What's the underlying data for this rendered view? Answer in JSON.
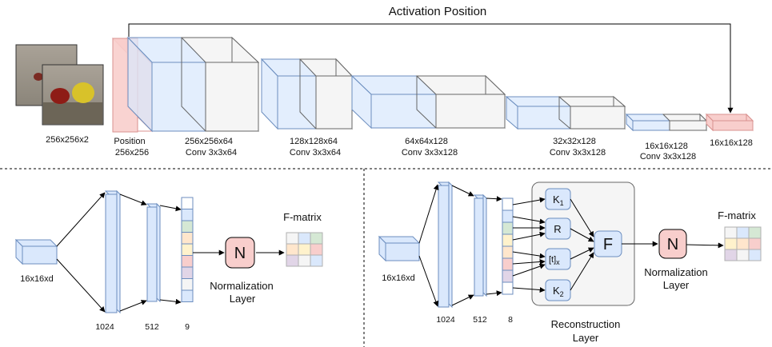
{
  "colors": {
    "blue_fill": "#dae8fc",
    "blue_stroke": "#6c8ebf",
    "gray_fill": "#f5f5f5",
    "gray_stroke": "#666666",
    "pink_fill": "#f8cecc",
    "pink_stroke": "#d9918f",
    "green": "#d5e8d4",
    "yellow": "#fff2cc",
    "orange": "#ffe6cc",
    "purple": "#e1d5e7",
    "red": "#f8cecc",
    "light_blue": "#dae8fc",
    "white": "#ffffff"
  },
  "top": {
    "activation_position_label": "Activation Position",
    "input_label": "256x256x2",
    "position_label_1": "Position",
    "position_label_2": "256x256",
    "blocks": [
      {
        "size": "256x256x64",
        "conv": "Conv 3x3x64"
      },
      {
        "size": "128x128x64",
        "conv": "Conv 3x3x64"
      },
      {
        "size": "64x64x128",
        "conv": "Conv 3x3x128"
      },
      {
        "size": "32x32x128",
        "conv": "Conv 3x3x128"
      },
      {
        "size": "16x16x128",
        "conv": "Conv 3x3x128"
      }
    ],
    "output_label": "16x16x128"
  },
  "bottom_left": {
    "input_label": "16x16xd",
    "fc_labels": [
      "1024",
      "512",
      "9"
    ],
    "norm_symbol": "N",
    "norm_label_1": "Normalization",
    "norm_label_2": "Layer",
    "fmatrix_label": "F-matrix"
  },
  "bottom_right": {
    "input_label": "16x16xd",
    "fc_labels": [
      "1024",
      "512",
      "8"
    ],
    "k1_main": "K",
    "k1_sub": "1",
    "r_label": "R",
    "t_main": "[t]",
    "t_sub": "x",
    "k2_main": "K",
    "k2_sub": "2",
    "f_symbol": "F",
    "recon_label_1": "Reconstruction",
    "recon_label_2": "Layer",
    "norm_symbol": "N",
    "norm_label_1": "Normalization",
    "norm_label_2": "Layer",
    "fmatrix_label": "F-matrix"
  }
}
